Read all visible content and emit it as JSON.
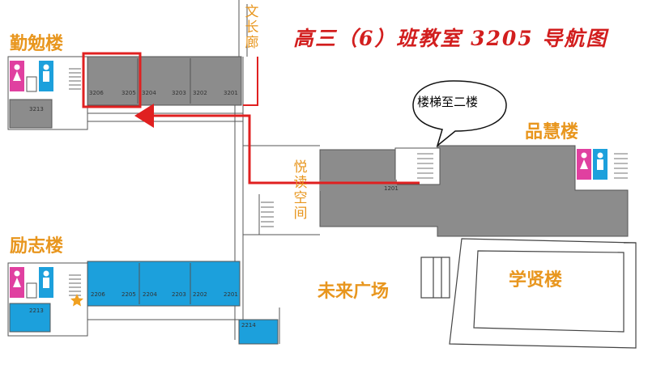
{
  "title": "高三（6）班教室 3205 导航图",
  "buildings": {
    "qinmian": "勤勉楼",
    "lizhi": "励志楼",
    "pinhui": "品慧楼",
    "xuexian": "学贤楼"
  },
  "corridors": {
    "wenchang": "文长廊",
    "yueyue": "悦读空间"
  },
  "plaza": "未来广场",
  "stairs_note": "楼梯至二楼",
  "rooms": {
    "qinmian": [
      "3206",
      "3205",
      "3204",
      "3203",
      "3202",
      "3201",
      "3213"
    ],
    "lizhi": [
      "2206",
      "2205",
      "2204",
      "2203",
      "2202",
      "2201",
      "2213",
      "2214"
    ],
    "pinhui": [
      "1201"
    ]
  },
  "colors": {
    "highlight_box": "#e02020",
    "route_arrow": "#e02020",
    "building_label": "#e8961e",
    "grey_block": "#8c8c8c",
    "blue_block": "#1ca0dc",
    "restroom_female": "#e040a0",
    "restroom_male": "#1ca0dc"
  },
  "icons": [
    "restroom-female-icon",
    "restroom-male-icon",
    "star-icon",
    "stairs-icon"
  ]
}
